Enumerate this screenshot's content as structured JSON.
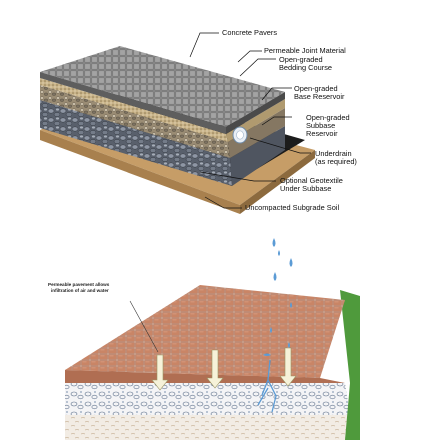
{
  "top_diagram": {
    "labels": {
      "pavers": "Concrete Pavers",
      "joint": "Permeable Joint Material",
      "bedding_1": "Open-graded",
      "bedding_2": "Bedding Course",
      "base_1": "Open-graded",
      "base_2": "Base Reservoir",
      "subbase_1": "Open-graded",
      "subbase_2": "Subbase",
      "subbase_3": "Reservoir",
      "underdrain_1": "Underdrain",
      "underdrain_2": "(as required)",
      "geotextile_1": "Optional Geotextile",
      "geotextile_2": "Under Subbase",
      "soil": "Uncompacted Subgrade Soil"
    },
    "colors": {
      "paver": "#8c8c8c",
      "joint": "#2f2f2f",
      "bedding": "#c9b48a",
      "base": "#9a8c74",
      "subbase": "#6d7481",
      "geotextile": "#1c1c1c",
      "soil": "#b48b57",
      "pipe": "#e8eef4"
    }
  },
  "bottom_diagram": {
    "labels": {
      "caption_1": "Permeable pavement allows",
      "caption_2": "infiltration of air and water"
    },
    "colors": {
      "brick": "#c98566",
      "mortar": "#e8d3c3",
      "water": "#5b9bd5",
      "gravel": "#8da0b8",
      "grass": "#4f9a3c"
    }
  }
}
